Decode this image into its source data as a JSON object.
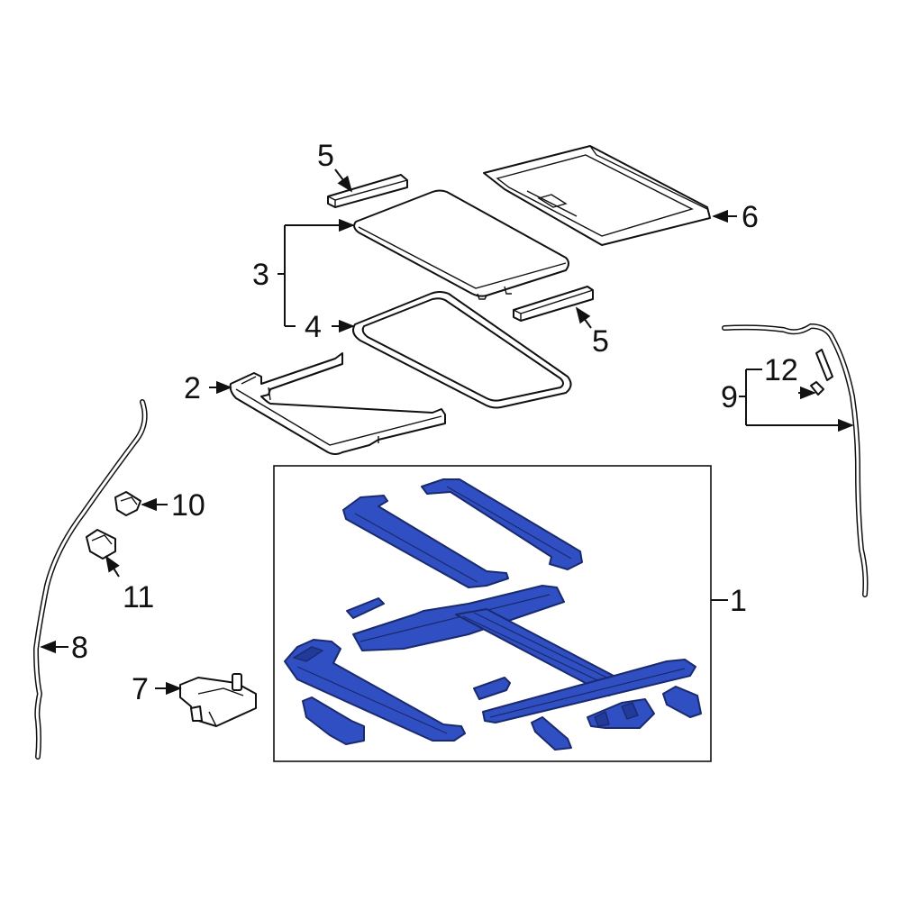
{
  "callouts": {
    "c1": "1",
    "c2": "2",
    "c3": "3",
    "c4": "4",
    "c5a": "5",
    "c5b": "5",
    "c6": "6",
    "c7": "7",
    "c8": "8",
    "c9": "9",
    "c10": "10",
    "c11": "11",
    "c12": "12"
  },
  "colors": {
    "highlight": "#2f4fc2",
    "line": "#111111",
    "background": "#ffffff",
    "inset_background": "#ffffff"
  }
}
